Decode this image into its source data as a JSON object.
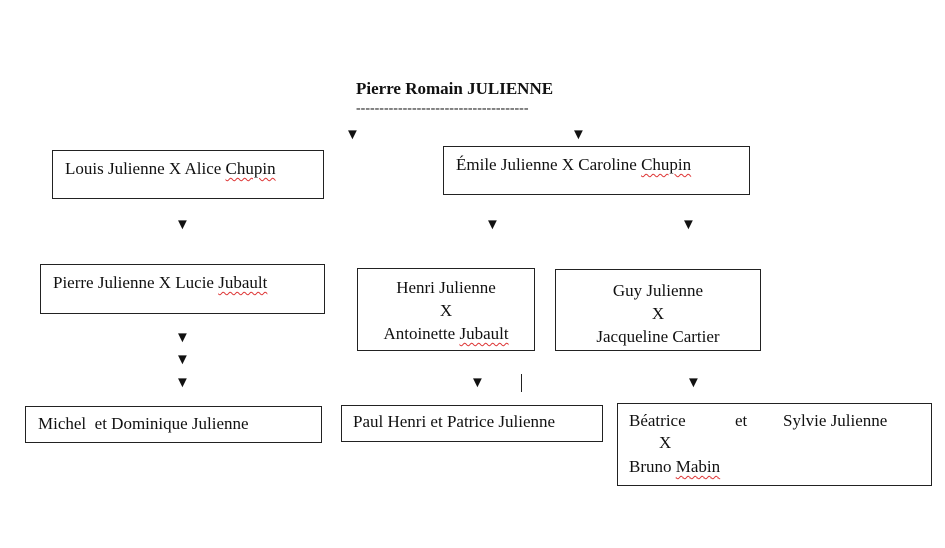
{
  "root": {
    "name": "Pierre Romain JULIENNE",
    "dashes": "-------------------------------------"
  },
  "arrow_glyph": "▼",
  "gen1": {
    "left": {
      "pre": "Louis Julienne X Alice ",
      "spell": "Chupin"
    },
    "right": {
      "pre": "Émile Julienne X Caroline ",
      "spell": "Chupin"
    }
  },
  "gen2": {
    "left": {
      "pre": "Pierre Julienne X Lucie ",
      "spell": "Jubault"
    },
    "middle": {
      "line1": "Henri Julienne",
      "line2": "X",
      "line3_pre": "Antoinette ",
      "line3_spell": "Jubault"
    },
    "right": {
      "line1": "Guy Julienne",
      "line2": "X",
      "line3": "Jacqueline Cartier"
    }
  },
  "gen3": {
    "left": "Michel  et Dominique Julienne",
    "middle": "Paul Henri et Patrice Julienne",
    "right": {
      "name1": "Béatrice",
      "et": "et",
      "name2": "Sylvie Julienne",
      "x": "X",
      "spouse_pre": "Bruno ",
      "spouse_spell": "Mabin"
    }
  }
}
